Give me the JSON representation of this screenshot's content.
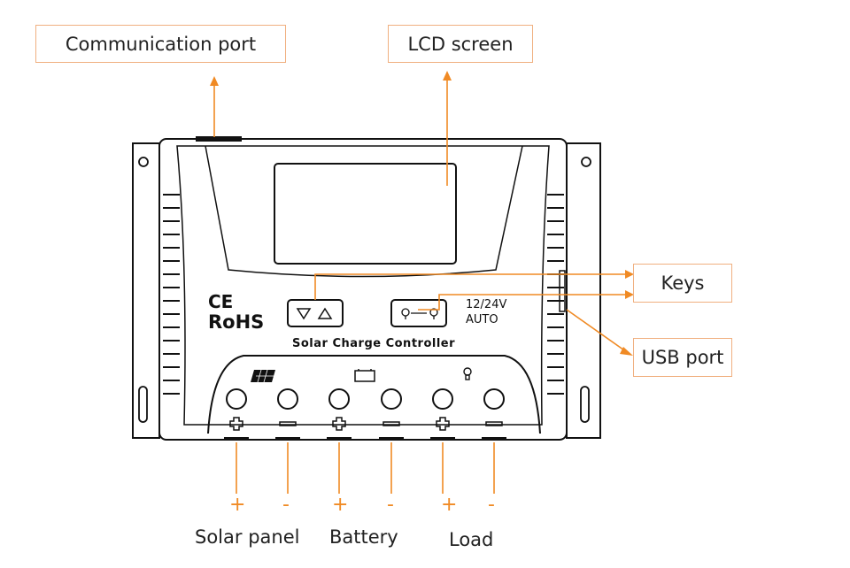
{
  "callouts": {
    "communication_port": "Communication port",
    "lcd_screen": "LCD screen",
    "keys": "Keys",
    "usb_port": "USB port"
  },
  "device": {
    "ce": "CE",
    "rohs": "RoHS",
    "title": "Solar Charge Controller",
    "voltage": "12/24V",
    "mode": "AUTO"
  },
  "terminals": {
    "signs": [
      "+",
      "-",
      "+",
      "-",
      "+",
      "-"
    ],
    "groups": [
      "Solar panel",
      "Battery",
      "Load"
    ]
  },
  "colors": {
    "accent": "#f08a24",
    "callout_border": "#f0b080",
    "line": "#111111"
  },
  "icons": [
    "down-arrow-icon",
    "up-arrow-icon",
    "load-toggle-icon",
    "solar-panel-icon",
    "battery-icon",
    "lamp-icon"
  ]
}
